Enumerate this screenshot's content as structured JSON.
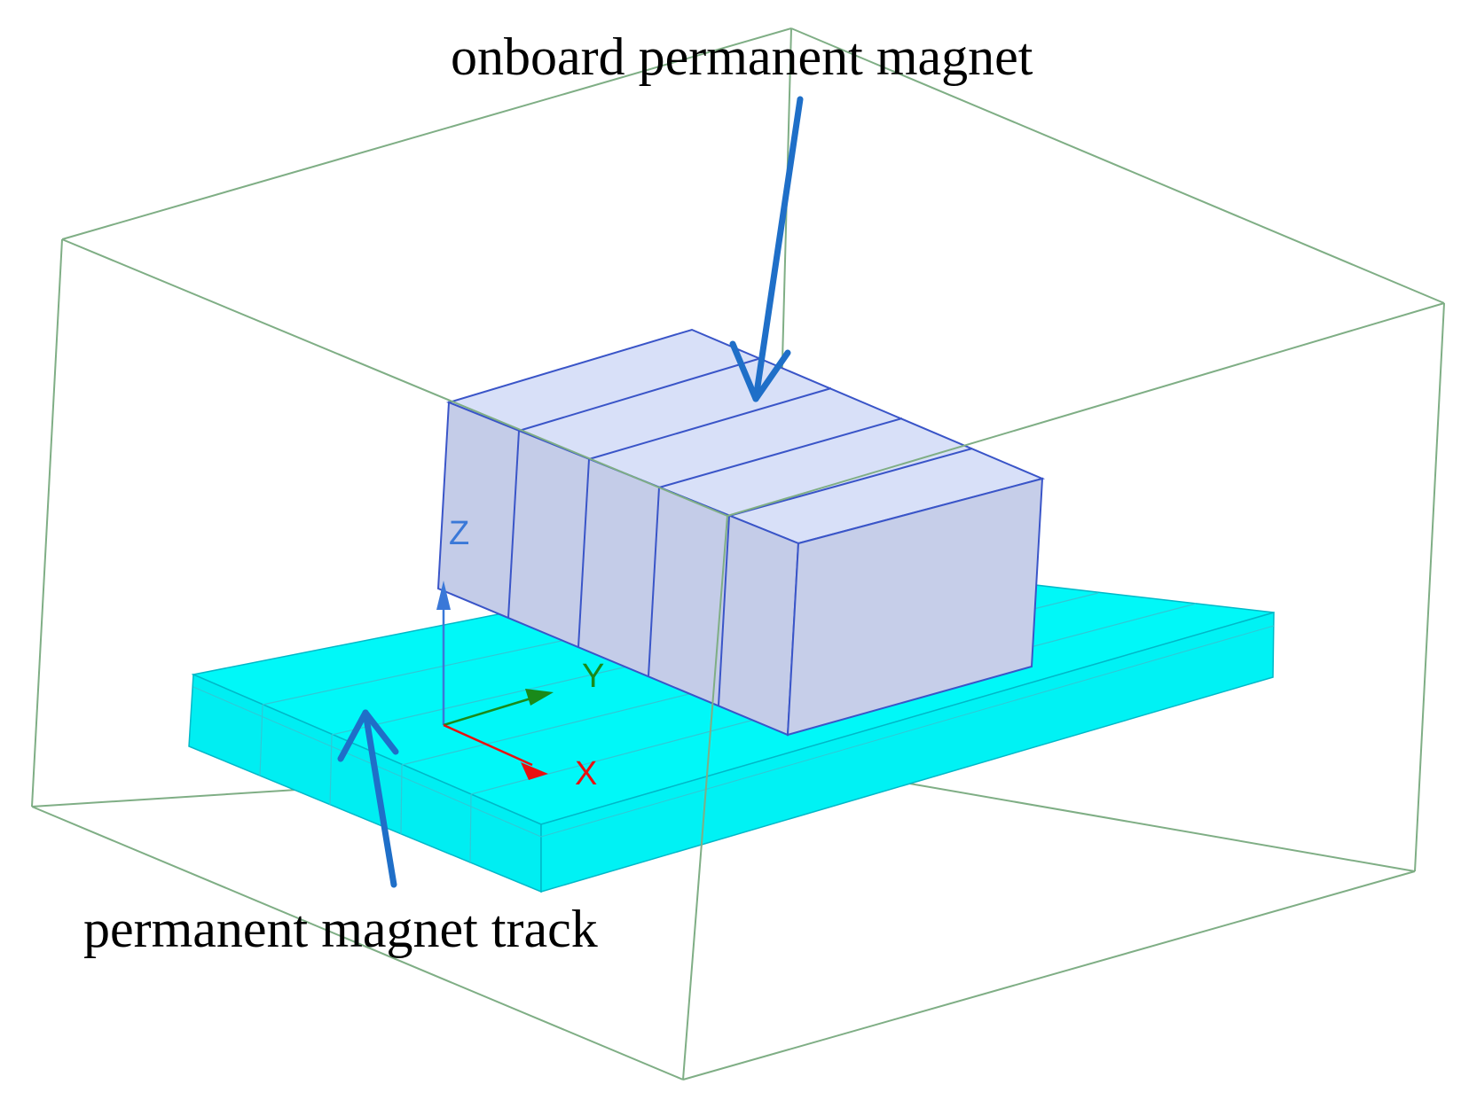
{
  "labels": {
    "onboard_magnet": "onboard permanent magnet",
    "magnet_track": "permanent magnet track"
  },
  "axes": {
    "x": "X",
    "y": "Y",
    "z": "Z"
  },
  "colors": {
    "background": "#ffffff",
    "bounding_box": "#7fae85",
    "track_top": "#00f8f8",
    "track_front": "#00eef2",
    "magnet_top": "#d8e0f8",
    "magnet_side": "#c4cce8",
    "magnet_edge": "#3a55c8",
    "annotation_arrow": "#1f6fc8",
    "axis_x": "#e81010",
    "axis_y": "#1a8a1a",
    "axis_z": "#3a78d8"
  }
}
